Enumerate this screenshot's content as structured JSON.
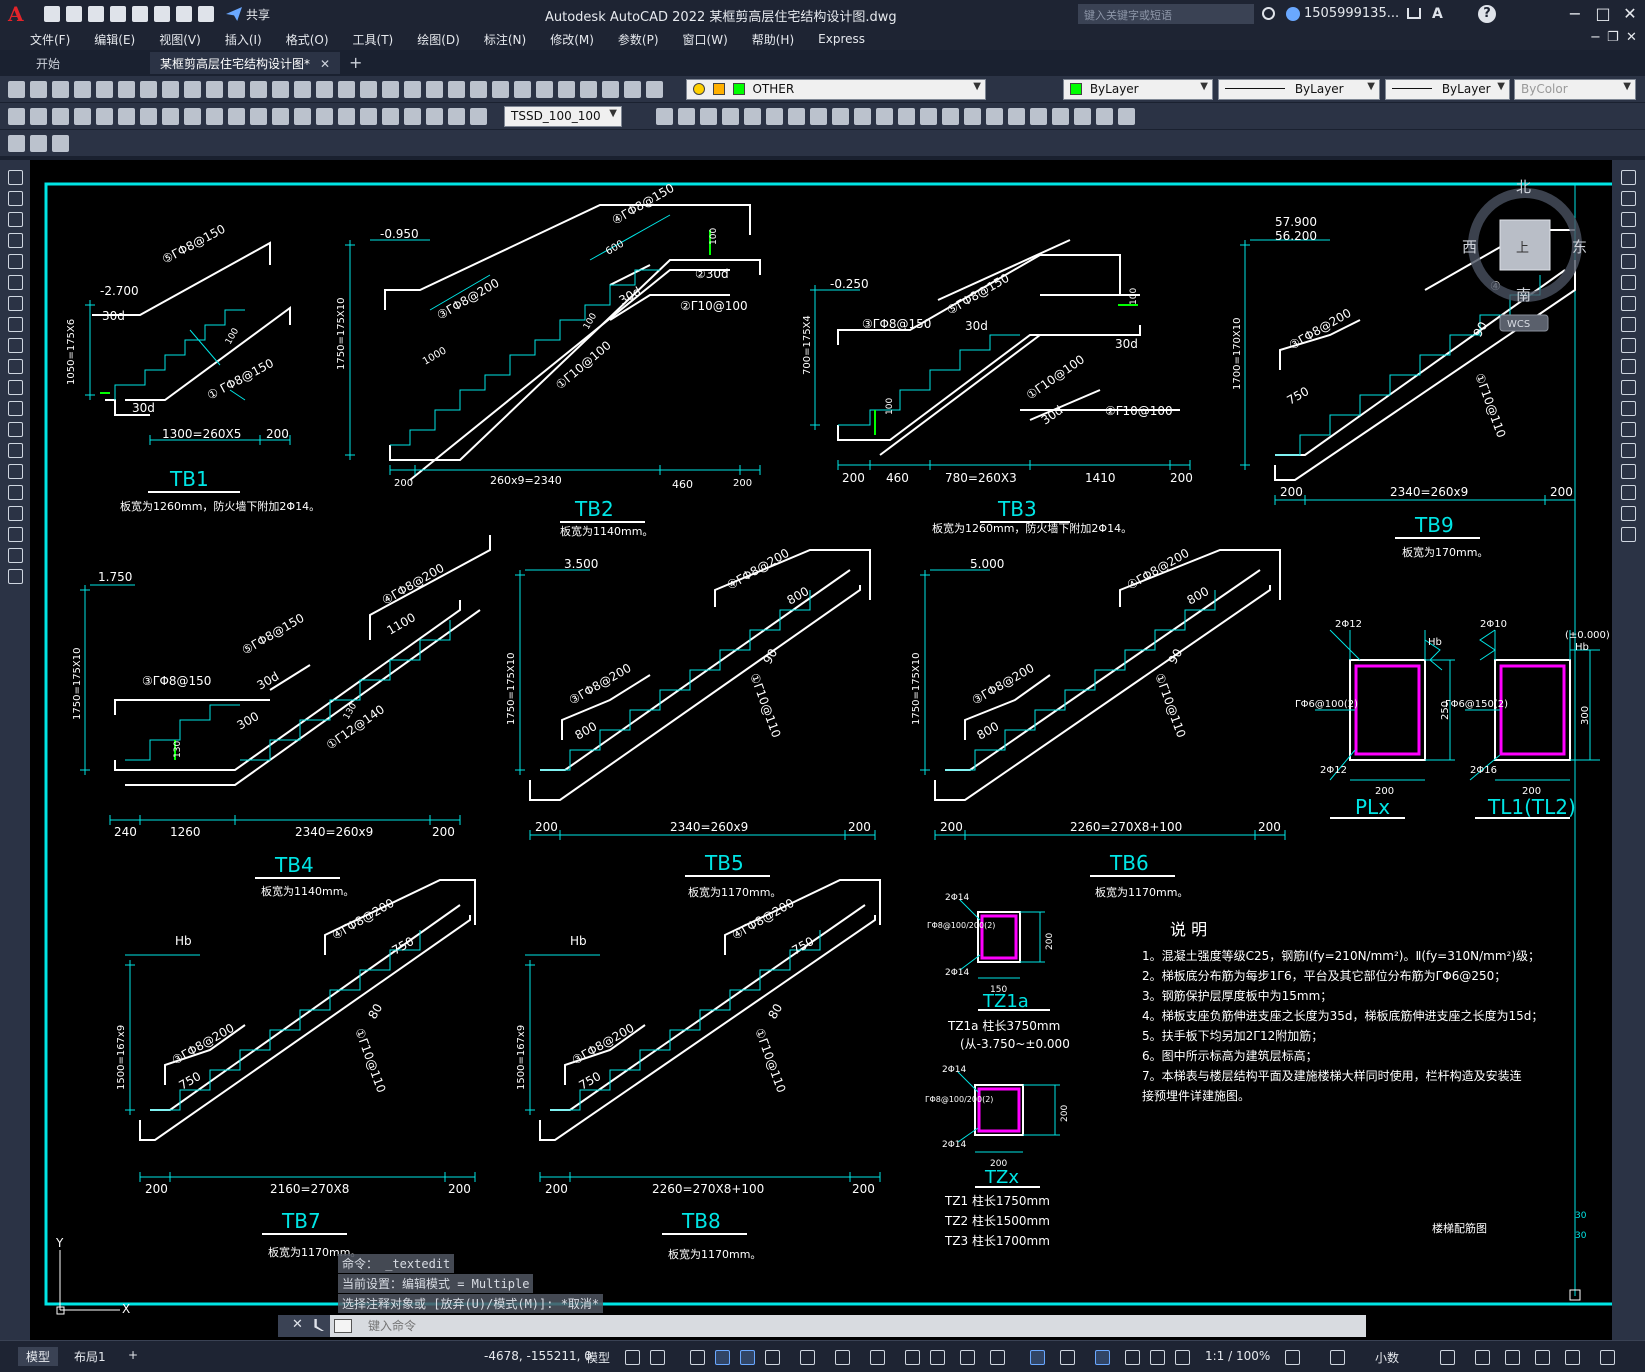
{
  "titlebar": {
    "app_logo": "A",
    "share_label": "共享",
    "window_title": "Autodesk AutoCAD 2022    某框剪高层住宅结构设计图.dwg",
    "search_placeholder": "键入关键字或短语",
    "user_name": "1505999135...",
    "icons": [
      "new-icon",
      "open-icon",
      "save-icon",
      "saveas-icon",
      "publish-icon",
      "print-icon",
      "undo-icon",
      "redo-icon",
      "cart-icon",
      "a360-icon",
      "help-icon"
    ]
  },
  "menu": [
    "文件(F)",
    "编辑(E)",
    "视图(V)",
    "插入(I)",
    "格式(O)",
    "工具(T)",
    "绘图(D)",
    "标注(N)",
    "修改(M)",
    "参数(P)",
    "窗口(W)",
    "帮助(H)",
    "Express"
  ],
  "tabs": [
    {
      "label": "开始"
    },
    {
      "label": "某框剪高层住宅结构设计图*"
    }
  ],
  "toolbar": {
    "layer_name": "OTHER",
    "layer_color": "#00ff00",
    "color_value": "ByLayer",
    "linetype_value": "ByLayer",
    "lineweight_value": "ByLayer",
    "plotstyle_value": "ByColor",
    "dimstyle_value": "TSSD_100_100"
  },
  "viewcube": {
    "north": "北",
    "south": "南",
    "east": "东",
    "west": "西",
    "top": "上",
    "wcs": "WCS"
  },
  "drawing": {
    "tb1": {
      "title": "TB1",
      "note": "板宽为1260mm，防火墙下附加2Φ14。",
      "level": "-2.700",
      "dims": [
        "1300=260X5",
        "200"
      ],
      "height": "1050=175X6",
      "labels": [
        "⑤ΓΦ8@150",
        "① ΓΦ8@150",
        "30d",
        "30d",
        "100"
      ]
    },
    "tb2": {
      "title": "TB2",
      "note": "板宽为1140mm。",
      "level": "-0.950",
      "dims": [
        "200",
        "260x9=2340",
        "460",
        "200"
      ],
      "height": "1750=175X10",
      "labels": [
        "④ΓΦ8@150",
        "③ΓΦ8@200",
        "②30d",
        "①Γ10@100",
        "②Γ10@100",
        "600",
        "1000",
        "100",
        "30d",
        "100"
      ]
    },
    "tb3": {
      "title": "TB3",
      "note": "板宽为1260mm，防火墙下附加2Φ14。",
      "level": "-0.250",
      "dims": [
        "200",
        "460",
        "780=260X3",
        "1410",
        "200"
      ],
      "height": "700=175X4",
      "labels": [
        "③ΓΦ8@150",
        "⑤ΓΦ8@150",
        "30d",
        "①Γ10@100",
        "②Γ10@100",
        "30d",
        "30d",
        "100",
        "100"
      ]
    },
    "tb9": {
      "title": "TB9",
      "note": "板宽为170mm。",
      "level1": "57.900",
      "level2": "56.200",
      "dims": [
        "200",
        "2340=260x9",
        "200"
      ],
      "height": "1700=170X10",
      "labels": [
        "③ΓΦ8@200",
        "①Γ10@110",
        "750",
        "90",
        "④"
      ]
    },
    "tb4": {
      "title": "TB4",
      "note": "板宽为1140mm。",
      "level": "1.750",
      "dims": [
        "240",
        "1260",
        "2340=260x9",
        "200"
      ],
      "height": "1750=175X10",
      "labels": [
        "④ΓΦ8@200",
        "③ΓΦ8@150",
        "⑤ΓΦ8@150",
        "1100",
        "300",
        "30d",
        "①Γ12@140",
        "130",
        "130"
      ]
    },
    "tb5": {
      "title": "TB5",
      "note": "板宽为1170mm。",
      "level": "3.500",
      "dims": [
        "200",
        "2340=260x9",
        "200"
      ],
      "height": "1750=175X10",
      "labels": [
        "④ΓΦ8@200",
        "③ΓΦ8@200",
        "800",
        "800",
        "①Γ10@110",
        "90"
      ]
    },
    "tb6": {
      "title": "TB6",
      "note": "板宽为1170mm。",
      "level": "5.000",
      "dims": [
        "200",
        "2260=270X8+100",
        "200"
      ],
      "height": "1750=175X10",
      "labels": [
        "④ΓΦ8@200",
        "③ΓΦ8@200",
        "800",
        "800",
        "①Γ10@110",
        "90"
      ]
    },
    "tb7": {
      "title": "TB7",
      "note": "板宽为1170mm。",
      "level": "Hb",
      "dims": [
        "200",
        "2160=270X8",
        "200"
      ],
      "height": "1500=167x9",
      "labels": [
        "④ΓΦ8@200",
        "③ΓΦ8@200",
        "750",
        "750",
        "①Γ10@110",
        "80"
      ]
    },
    "tb8": {
      "title": "TB8",
      "note": "板宽为1170mm。",
      "level": "Hb",
      "dims": [
        "200",
        "2260=270X8+100",
        "200"
      ],
      "height": "1500=167x9",
      "labels": [
        "④ΓΦ8@200",
        "③ΓΦ8@200",
        "750",
        "750",
        "①Γ10@110",
        "80"
      ]
    },
    "plx": {
      "title": "PLx",
      "top": "2Φ12",
      "bot": "2Φ12",
      "stirrup": "ΓΦ6@100(2)",
      "w": "200",
      "h": "250",
      "level": "Hb"
    },
    "tl1": {
      "title": "TL1(TL2)",
      "top": "2Φ10",
      "bot": "2Φ16",
      "stirrup": "ΓΦ6@150(2)",
      "w": "200",
      "h": "300",
      "level": "(±0.000)",
      "level2": "Hb"
    },
    "tz1a": {
      "title": "TZ1a",
      "top": "2Φ14",
      "bot": "2Φ14",
      "stirrup": "ΓΦ8@100/200(2)",
      "w": "150",
      "h": "200",
      "note1": "TZ1a  柱长3750mm",
      "note2": "(从-3.750~±0.000"
    },
    "tzx": {
      "title": "TZx",
      "top": "2Φ14",
      "bot": "2Φ14",
      "stirrup": "ΓΦ8@100/200(2)",
      "w": "200",
      "h": "200",
      "notes": [
        "TZ1  柱长1750mm",
        "TZ2  柱长1500mm",
        "TZ3  柱长1700mm"
      ]
    },
    "notes": {
      "title": "说   明",
      "items": [
        "1。混凝土强度等级C25，钢筋Ⅰ(fy=210N/mm²)。Ⅱ(fy=310N/mm²)级；",
        "2。梯板底分布筋为每步1Γ6，平台及其它部位分布筋为ΓΦ6@250；",
        "3。钢筋保护层厚度板中为15mm；",
        "4。梯板支座负筋伸进支座之长度为35d，梯板底筋伸进支座之长度为15d；",
        "5。扶手板下均另加2Γ12附加筋；",
        "6。图中所示标高为建筑层标高；",
        "7。本梯表与楼层结构平面及建施楼梯大样同时使用，栏杆构造及安装连",
        "    接预埋件详建施图。"
      ]
    },
    "sheet_label": "楼梯配筋图",
    "small_nums": [
      "30",
      "30"
    ]
  },
  "ucs": {
    "y": "Y",
    "x": "X"
  },
  "command": {
    "history": [
      "命令： _textedit",
      "当前设置：编辑模式 = Multiple",
      "选择注释对象或 [放弃(U)/模式(M)]: *取消*"
    ],
    "placeholder": "键入命令"
  },
  "statusbar": {
    "layout_tabs": [
      "模型",
      "布局1"
    ],
    "coords": "-4678, -155211, 0",
    "model_label": "模型",
    "scale": "1:1 / 100%",
    "units": "小数"
  }
}
